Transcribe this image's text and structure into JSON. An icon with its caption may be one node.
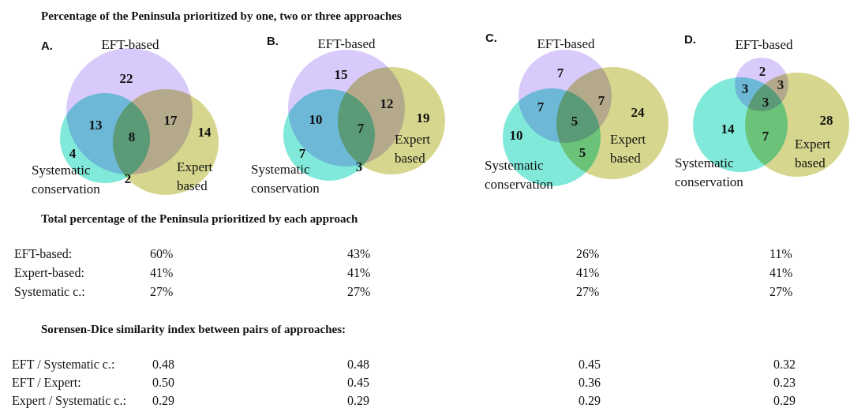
{
  "diagram": {
    "title": "Percentage of the Peninsula prioritized by one, two or three approaches",
    "nodes": [
      {
        "text": [
          "EFT-based"
        ]
      },
      {
        "text": [
          "Systematic conservation"
        ]
      },
      {
        "text": [
          "Expert based"
        ]
      },
      {
        "text": [
          "EFT-based"
        ]
      },
      {
        "text": [
          "Systematic conservation"
        ]
      },
      {
        "text": [
          "Expert based"
        ]
      },
      {
        "text": [
          "EFT-based"
        ]
      },
      {
        "text": [
          "Systematic conservation"
        ]
      },
      {
        "text": [
          "Expert based"
        ]
      },
      {
        "text": [
          "EFT-based"
        ]
      },
      {
        "text": [
          "Systematic conservation"
        ]
      },
      {
        "text": [
          "Expert based"
        ]
      }
    ],
    "edges": [],
    "labels": [
      "A.",
      "22",
      "13",
      "8",
      "17",
      "14",
      "4",
      "2",
      "B.",
      "15",
      "10",
      "7",
      "12",
      "19",
      "7",
      "3",
      "C.",
      "7",
      "7",
      "5",
      "7",
      "24",
      "10",
      "5",
      "D.",
      "2",
      "3",
      "3",
      "3",
      "14",
      "7",
      "28",
      "Total percentage of the Peninsula prioritized by each approach",
      "EFT-based:",
      "60%",
      "43%",
      "26%",
      "11%",
      "Expert-based:",
      "41%",
      "41%",
      "41%",
      "41%",
      "Systematic c.:",
      "27%",
      "27%",
      "27%",
      "27%",
      "Sorensen-Dice similarity index between pairs of approaches:",
      "EFT / Systematic c.:",
      "0.48",
      "0.48",
      "0.45",
      "0.32",
      "EFT / Expert:",
      "0.50",
      "0.45",
      "0.36",
      "0.23",
      "Expert / Systematic c.:",
      "0.29",
      "0.29",
      "0.29",
      "0.29"
    ]
  }
}
